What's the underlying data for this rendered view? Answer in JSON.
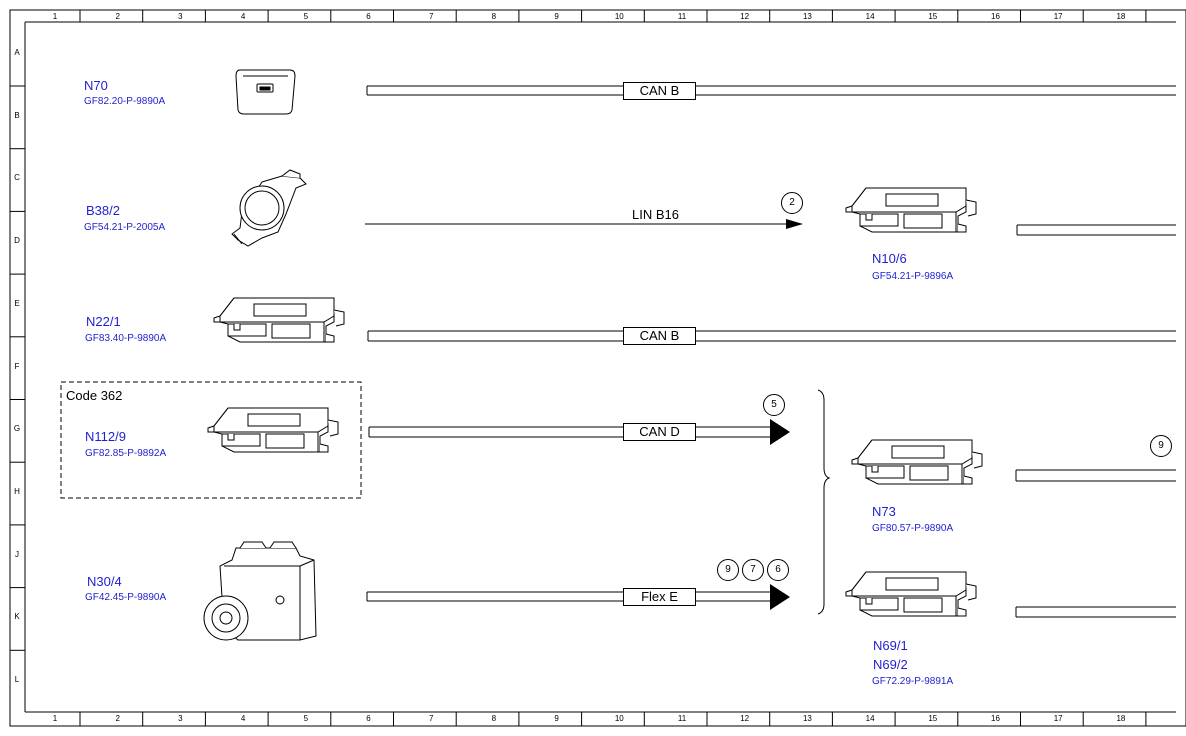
{
  "ruler": {
    "columns": [
      "1",
      "2",
      "3",
      "4",
      "5",
      "6",
      "7",
      "8",
      "9",
      "10",
      "11",
      "12",
      "13",
      "14",
      "15",
      "16",
      "17",
      "18"
    ],
    "rows": [
      "A",
      "B",
      "C",
      "D",
      "E",
      "F",
      "G",
      "H",
      "J",
      "K",
      "L"
    ]
  },
  "code_box": {
    "label": "Code 362"
  },
  "components": [
    {
      "id": "n70",
      "name": "N70",
      "code": "GF82.20-P-9890A"
    },
    {
      "id": "b38",
      "name": "B38/2",
      "code": "GF54.21-P-2005A"
    },
    {
      "id": "n22",
      "name": "N22/1",
      "code": "GF83.40-P-9890A"
    },
    {
      "id": "n112",
      "name": "N112/9",
      "code": "GF82.85-P-9892A"
    },
    {
      "id": "n30",
      "name": "N30/4",
      "code": "GF42.45-P-9890A"
    },
    {
      "id": "n10",
      "name": "N10/6",
      "code": "GF54.21-P-9896A"
    },
    {
      "id": "n73",
      "name": "N73",
      "code": "GF80.57-P-9890A"
    },
    {
      "id": "n69",
      "name": "N69/1",
      "name2": "N69/2",
      "code": "GF72.29-P-9891A"
    }
  ],
  "buses": [
    {
      "id": "bus1",
      "label": "CAN B"
    },
    {
      "id": "bus2",
      "label": "LIN B16"
    },
    {
      "id": "bus3",
      "label": "CAN B"
    },
    {
      "id": "bus4",
      "label": "CAN D"
    },
    {
      "id": "bus5",
      "label": "Flex E"
    }
  ],
  "refs": {
    "lin": [
      "2"
    ],
    "cand": [
      "5"
    ],
    "flex": [
      "9",
      "7",
      "6"
    ],
    "right": [
      "9"
    ]
  },
  "colors": {
    "component_text": "#1f1fd0",
    "line": "#000000"
  }
}
